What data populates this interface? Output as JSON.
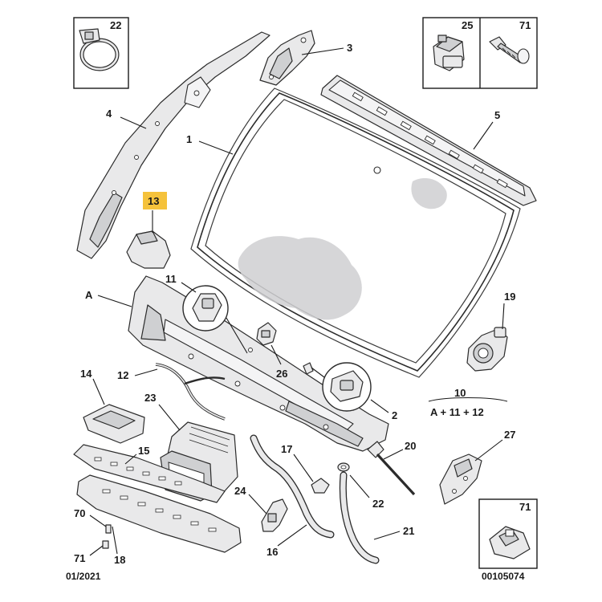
{
  "labels": {
    "n1": "1",
    "n2": "2",
    "n3": "3",
    "n4": "4",
    "n5": "5",
    "n11": "11",
    "n12": "12",
    "n13": "13",
    "n14": "14",
    "n15": "15",
    "n16": "16",
    "n17": "17",
    "n18": "18",
    "n19": "19",
    "n20": "20",
    "n21": "21",
    "n22": "22",
    "n23": "23",
    "n24": "24",
    "n26": "26",
    "n27": "27",
    "n70": "70",
    "n71": "71",
    "nA": "A",
    "box22": "22",
    "box25": "25",
    "box71_top": "71",
    "box71_bottom": "71"
  },
  "group": {
    "number": "10",
    "formula": "A + 11 + 12"
  },
  "footer": {
    "date": "01/2021",
    "reference": "00105074"
  },
  "colors": {
    "highlight": "#f5c23b",
    "line": "#1a1a1a",
    "part_fill": "#e9e9ea"
  }
}
